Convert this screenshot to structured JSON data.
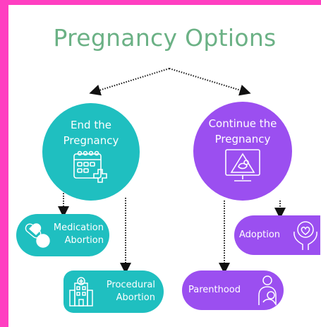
{
  "title": "Pregnancy Options",
  "branches": {
    "end": {
      "line1": "End the",
      "line2": "Pregnancy",
      "icon": "calendar-plus-icon",
      "color": "#1fbfc0",
      "options": [
        {
          "line1": "Medication",
          "line2": "Abortion",
          "icon": "pills-icon"
        },
        {
          "line1": "Procedural",
          "line2": "Abortion",
          "icon": "hospital-icon"
        }
      ]
    },
    "continue": {
      "line1": "Continue the",
      "line2": "Pregnancy",
      "icon": "ultrasound-monitor-icon",
      "color": "#9b4ff0",
      "options": [
        {
          "label": "Adoption",
          "icon": "hands-heart-icon"
        },
        {
          "label": "Parenthood",
          "icon": "parent-child-icon"
        }
      ]
    }
  },
  "frame_color": "#ff3fc1",
  "title_color": "#6bb185"
}
